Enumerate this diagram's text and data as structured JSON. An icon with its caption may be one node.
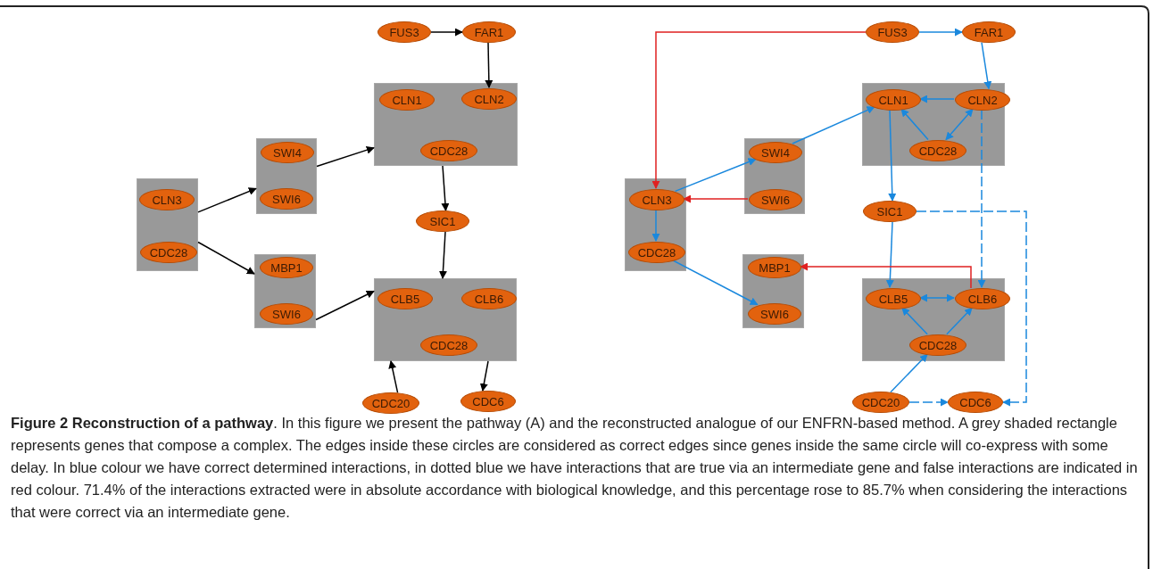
{
  "diagram": {
    "caption": "**Figure 2 Reconstruction of a pathway**. In this figure we present the pathway (A) and the reconstructed analogue of our ENFRN-based method. A grey shaded rectangle represents genes that compose a complex. The edges inside these circles are considered as correct edges since genes inside the same circle will co-express with some delay. In blue colour we have correct determined interactions, in dotted blue we have interactions that are true via an intermediate gene and false interactions are indicated in red colour. 71.4% of the interactions extracted were in absolute accordance with biological knowledge, and this percentage rose to 85.7% when considering the interactions that were correct via an intermediate gene.",
    "nodes": [
      {
        "text": [
          "FUS3"
        ]
      },
      {
        "text": [
          "FAR1"
        ]
      },
      {
        "text": [],
        "shape": "box"
      },
      {
        "text": [
          "CLN1"
        ],
        "in": 2
      },
      {
        "text": [
          "CLN2"
        ],
        "in": 2
      },
      {
        "text": [
          "CDC28"
        ],
        "in": 2
      },
      {
        "text": [],
        "shape": "box"
      },
      {
        "text": [
          "SWI4"
        ],
        "in": 6
      },
      {
        "text": [
          "SWI6"
        ],
        "in": 6
      },
      {
        "text": [],
        "shape": "box"
      },
      {
        "text": [
          "CLN3"
        ],
        "in": 9
      },
      {
        "text": [
          "CDC28"
        ],
        "in": 9
      },
      {
        "text": [
          "SIC1"
        ]
      },
      {
        "text": [],
        "shape": "box"
      },
      {
        "text": [
          "MBP1"
        ],
        "in": 13
      },
      {
        "text": [
          "SWI6"
        ],
        "in": 13
      },
      {
        "text": [],
        "shape": "box"
      },
      {
        "text": [
          "CLB5"
        ],
        "in": 16
      },
      {
        "text": [
          "CLB6"
        ],
        "in": 16
      },
      {
        "text": [
          "CDC28"
        ],
        "in": 16
      },
      {
        "text": [
          "CDC20"
        ]
      },
      {
        "text": [
          "CDC6"
        ]
      },
      {
        "text": [
          "FUS3"
        ]
      },
      {
        "text": [
          "FAR1"
        ]
      },
      {
        "text": [],
        "shape": "box"
      },
      {
        "text": [
          "CLN1"
        ],
        "in": 24
      },
      {
        "text": [
          "CLN2"
        ],
        "in": 24
      },
      {
        "text": [
          "CDC28"
        ],
        "in": 24
      },
      {
        "text": [],
        "shape": "box"
      },
      {
        "text": [
          "SWI4"
        ],
        "in": 28
      },
      {
        "text": [
          "SWI6"
        ],
        "in": 28
      },
      {
        "text": [],
        "shape": "box"
      },
      {
        "text": [
          "CLN3"
        ],
        "in": 31
      },
      {
        "text": [
          "CDC28"
        ],
        "in": 31
      },
      {
        "text": [
          "SIC1"
        ]
      },
      {
        "text": [],
        "shape": "box"
      },
      {
        "text": [
          "MBP1"
        ],
        "in": 35
      },
      {
        "text": [
          "SWI6"
        ],
        "in": 35
      },
      {
        "text": [],
        "shape": "box"
      },
      {
        "text": [
          "CLB5"
        ],
        "in": 38
      },
      {
        "text": [
          "CLB6"
        ],
        "in": 38
      },
      {
        "text": [
          "CDC28"
        ],
        "in": 38
      },
      {
        "text": [
          "CDC20"
        ]
      },
      {
        "text": [
          "CDC6"
        ]
      }
    ],
    "edges": [
      {
        "from": 0,
        "to": 1,
        "arrow": "to",
        "color": "#000000"
      },
      {
        "from": 1,
        "to": 4,
        "arrow": "to",
        "color": "#000000"
      },
      {
        "from": 9,
        "to": 6,
        "arrow": "to",
        "color": "#000000"
      },
      {
        "from": 9,
        "to": 13,
        "arrow": "to",
        "color": "#000000"
      },
      {
        "from": 6,
        "to": 2,
        "arrow": "to",
        "color": "#000000"
      },
      {
        "from": 2,
        "to": 12,
        "arrow": "to",
        "color": "#000000"
      },
      {
        "from": 13,
        "to": 16,
        "arrow": "to",
        "color": "#000000"
      },
      {
        "from": 12,
        "to": 16,
        "arrow": "to",
        "color": "#000000"
      },
      {
        "from": 20,
        "to": 16,
        "arrow": "to",
        "color": "#000000"
      },
      {
        "from": 16,
        "to": 21,
        "arrow": "to",
        "color": "#000000"
      },
      {
        "from": 22,
        "to": 32,
        "arrow": "to",
        "color": "#e02020"
      },
      {
        "from": 22,
        "to": 23,
        "arrow": "to"
      },
      {
        "from": 23,
        "to": 26,
        "arrow": "to"
      },
      {
        "from": 26,
        "to": 25,
        "arrow": "to"
      },
      {
        "from": 27,
        "to": 25,
        "arrow": "to"
      },
      {
        "from": 27,
        "to": 26,
        "arrow": "both"
      },
      {
        "from": 32,
        "to": 29,
        "arrow": "to"
      },
      {
        "from": 29,
        "to": 25,
        "arrow": "to"
      },
      {
        "from": 30,
        "to": 32,
        "arrow": "to",
        "color": "#e02020"
      },
      {
        "from": 32,
        "to": 33,
        "arrow": "to"
      },
      {
        "from": 33,
        "to": 37,
        "arrow": "to"
      },
      {
        "from": 25,
        "to": 34,
        "arrow": "to"
      },
      {
        "from": 26,
        "to": 40,
        "arrow": "to",
        "style": "dashed"
      },
      {
        "from": 34,
        "to": 39,
        "arrow": "to"
      },
      {
        "from": 34,
        "to": 43,
        "arrow": "to",
        "style": "dashed"
      },
      {
        "from": 40,
        "to": 36,
        "arrow": "to",
        "color": "#e02020"
      },
      {
        "from": 39,
        "to": 40,
        "arrow": "both"
      },
      {
        "from": 41,
        "to": 39,
        "arrow": "to"
      },
      {
        "from": 41,
        "to": 40,
        "arrow": "to"
      },
      {
        "from": 42,
        "to": 41,
        "arrow": "to"
      },
      {
        "from": 42,
        "to": 43,
        "arrow": "to",
        "style": "dashed"
      }
    ]
  }
}
